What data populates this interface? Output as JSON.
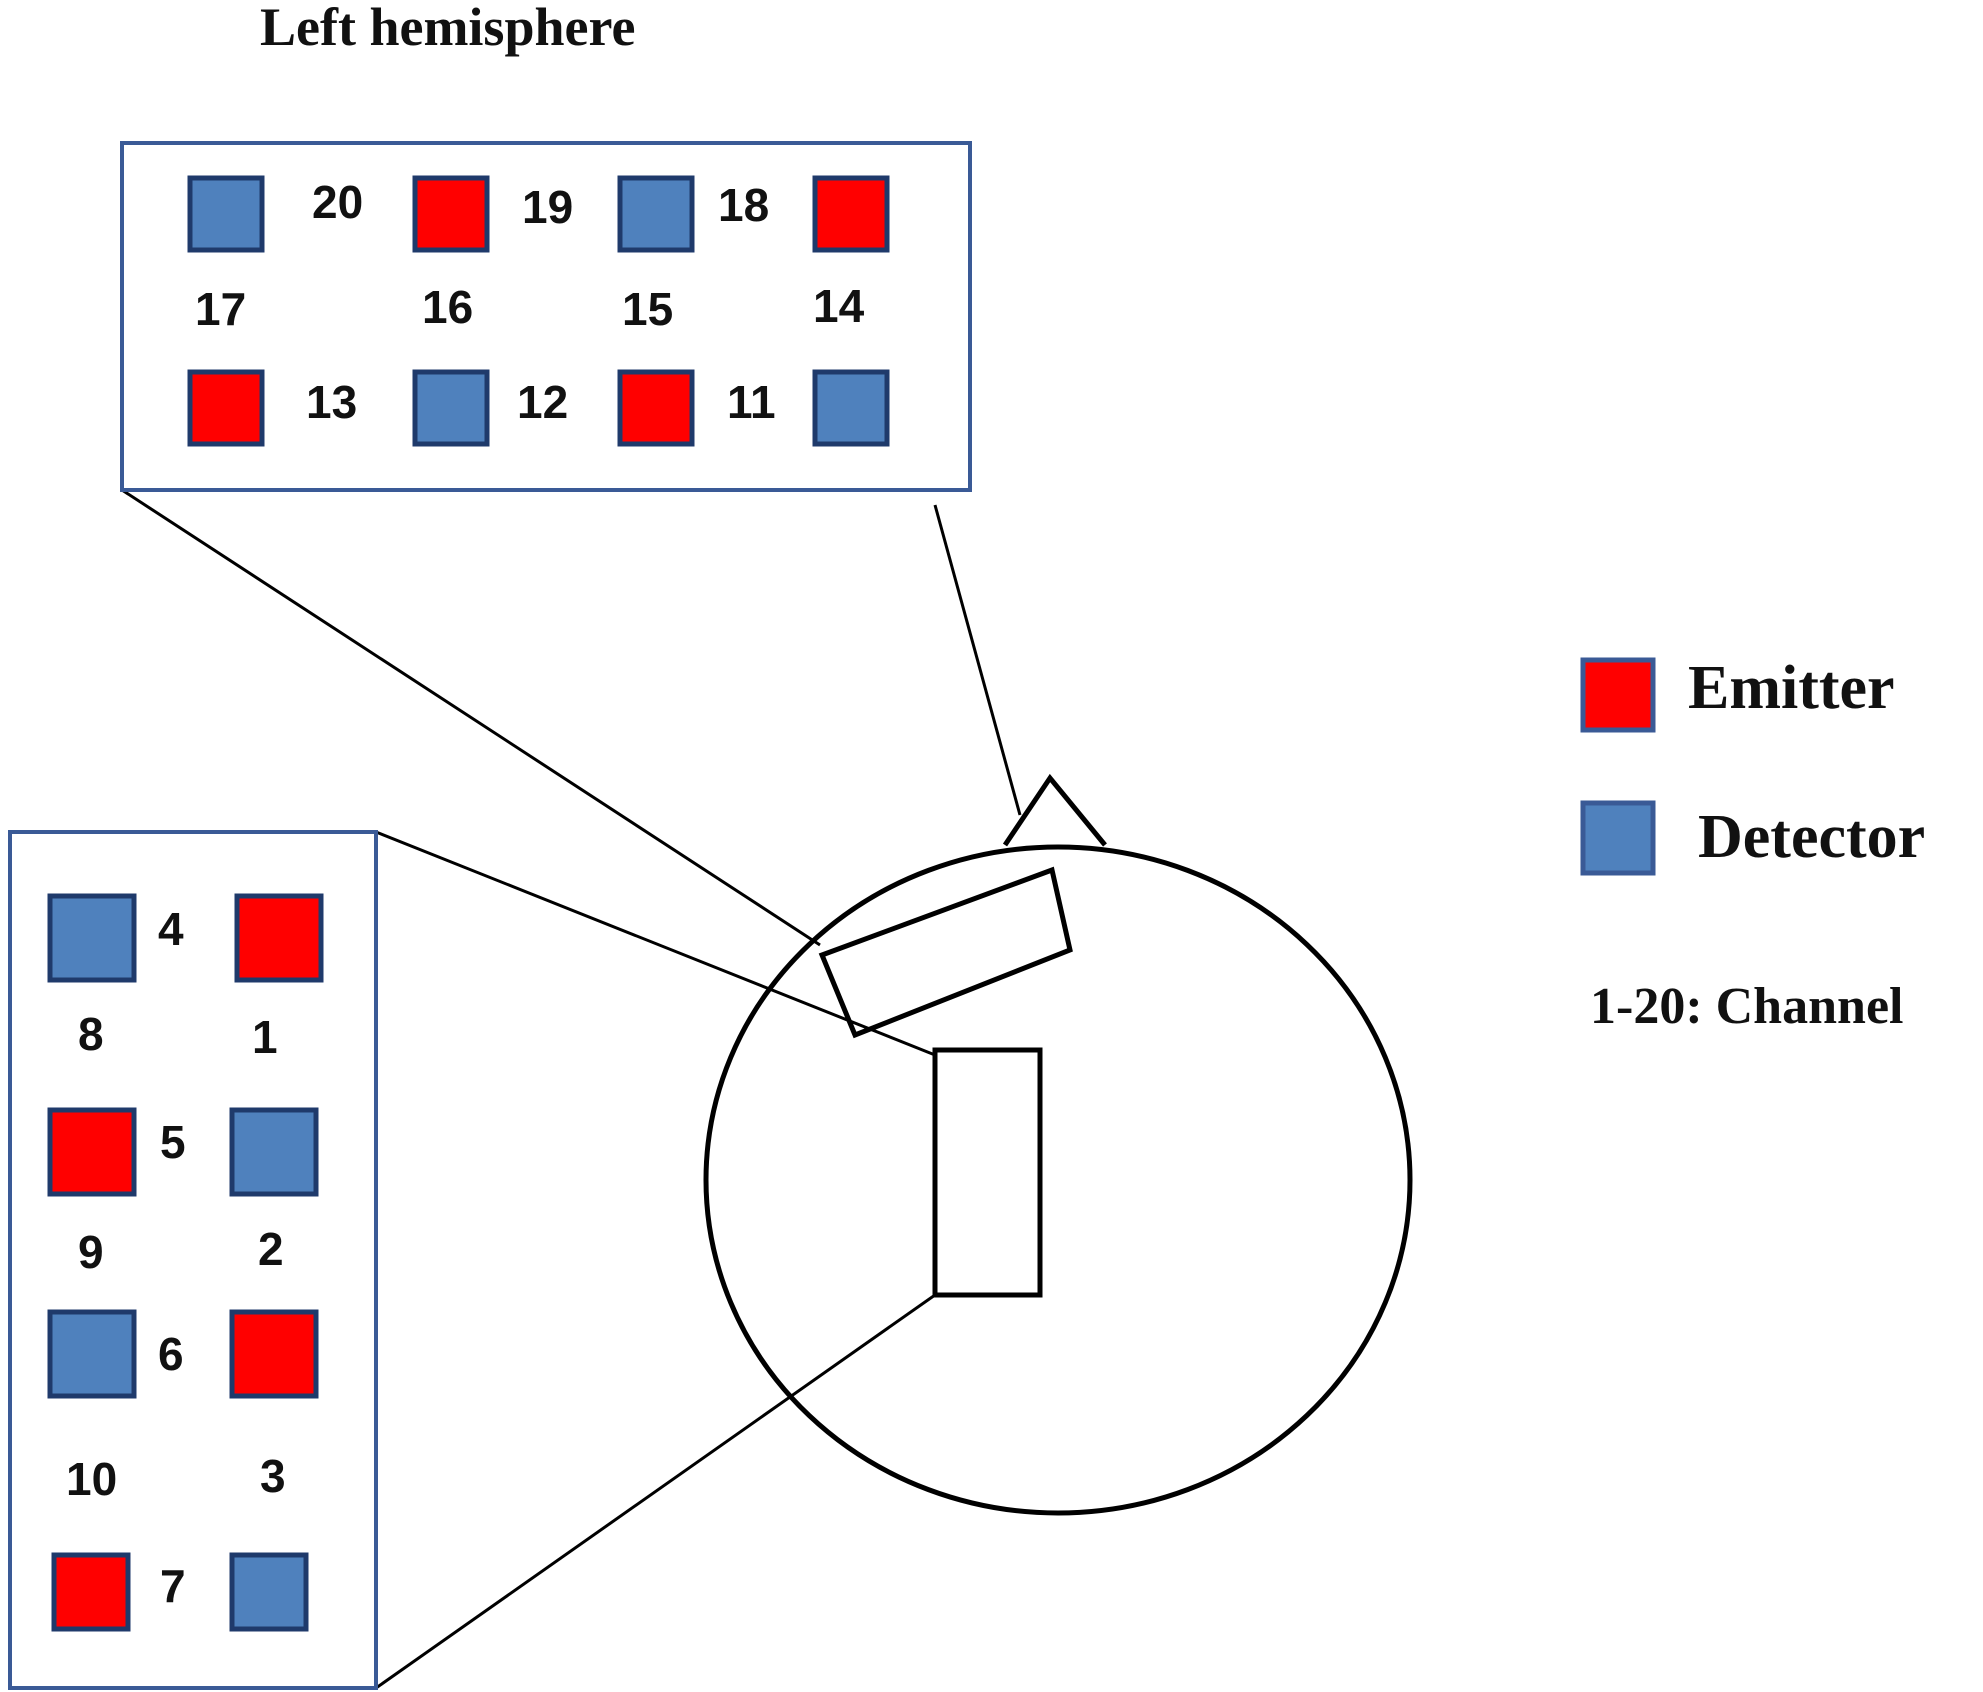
{
  "title": "Left hemisphere",
  "colors": {
    "emitter": "#ff0000",
    "detector": "#4f81bd",
    "box_border": "#3a5a96",
    "line": "#000000"
  },
  "legend": {
    "emitter": "Emitter",
    "detector": "Detector",
    "channels": "1-20: Channel"
  },
  "top_box": {
    "row1_optodes": [
      "detector",
      "emitter",
      "detector",
      "emitter"
    ],
    "row1_channels": [
      "20",
      "19",
      "18"
    ],
    "middle_channels": [
      "17",
      "16",
      "15",
      "14"
    ],
    "row2_optodes": [
      "emitter",
      "detector",
      "emitter",
      "detector"
    ],
    "row2_channels": [
      "13",
      "12",
      "11"
    ]
  },
  "left_box": {
    "col1_optodes": [
      "detector",
      "emitter",
      "detector",
      "emitter"
    ],
    "col2_optodes": [
      "emitter",
      "detector",
      "emitter",
      "detector"
    ],
    "between_channels": [
      "4",
      "5",
      "6",
      "7"
    ],
    "col1_channels": [
      "8",
      "9",
      "10"
    ],
    "col2_channels": [
      "1",
      "2",
      "3"
    ]
  }
}
